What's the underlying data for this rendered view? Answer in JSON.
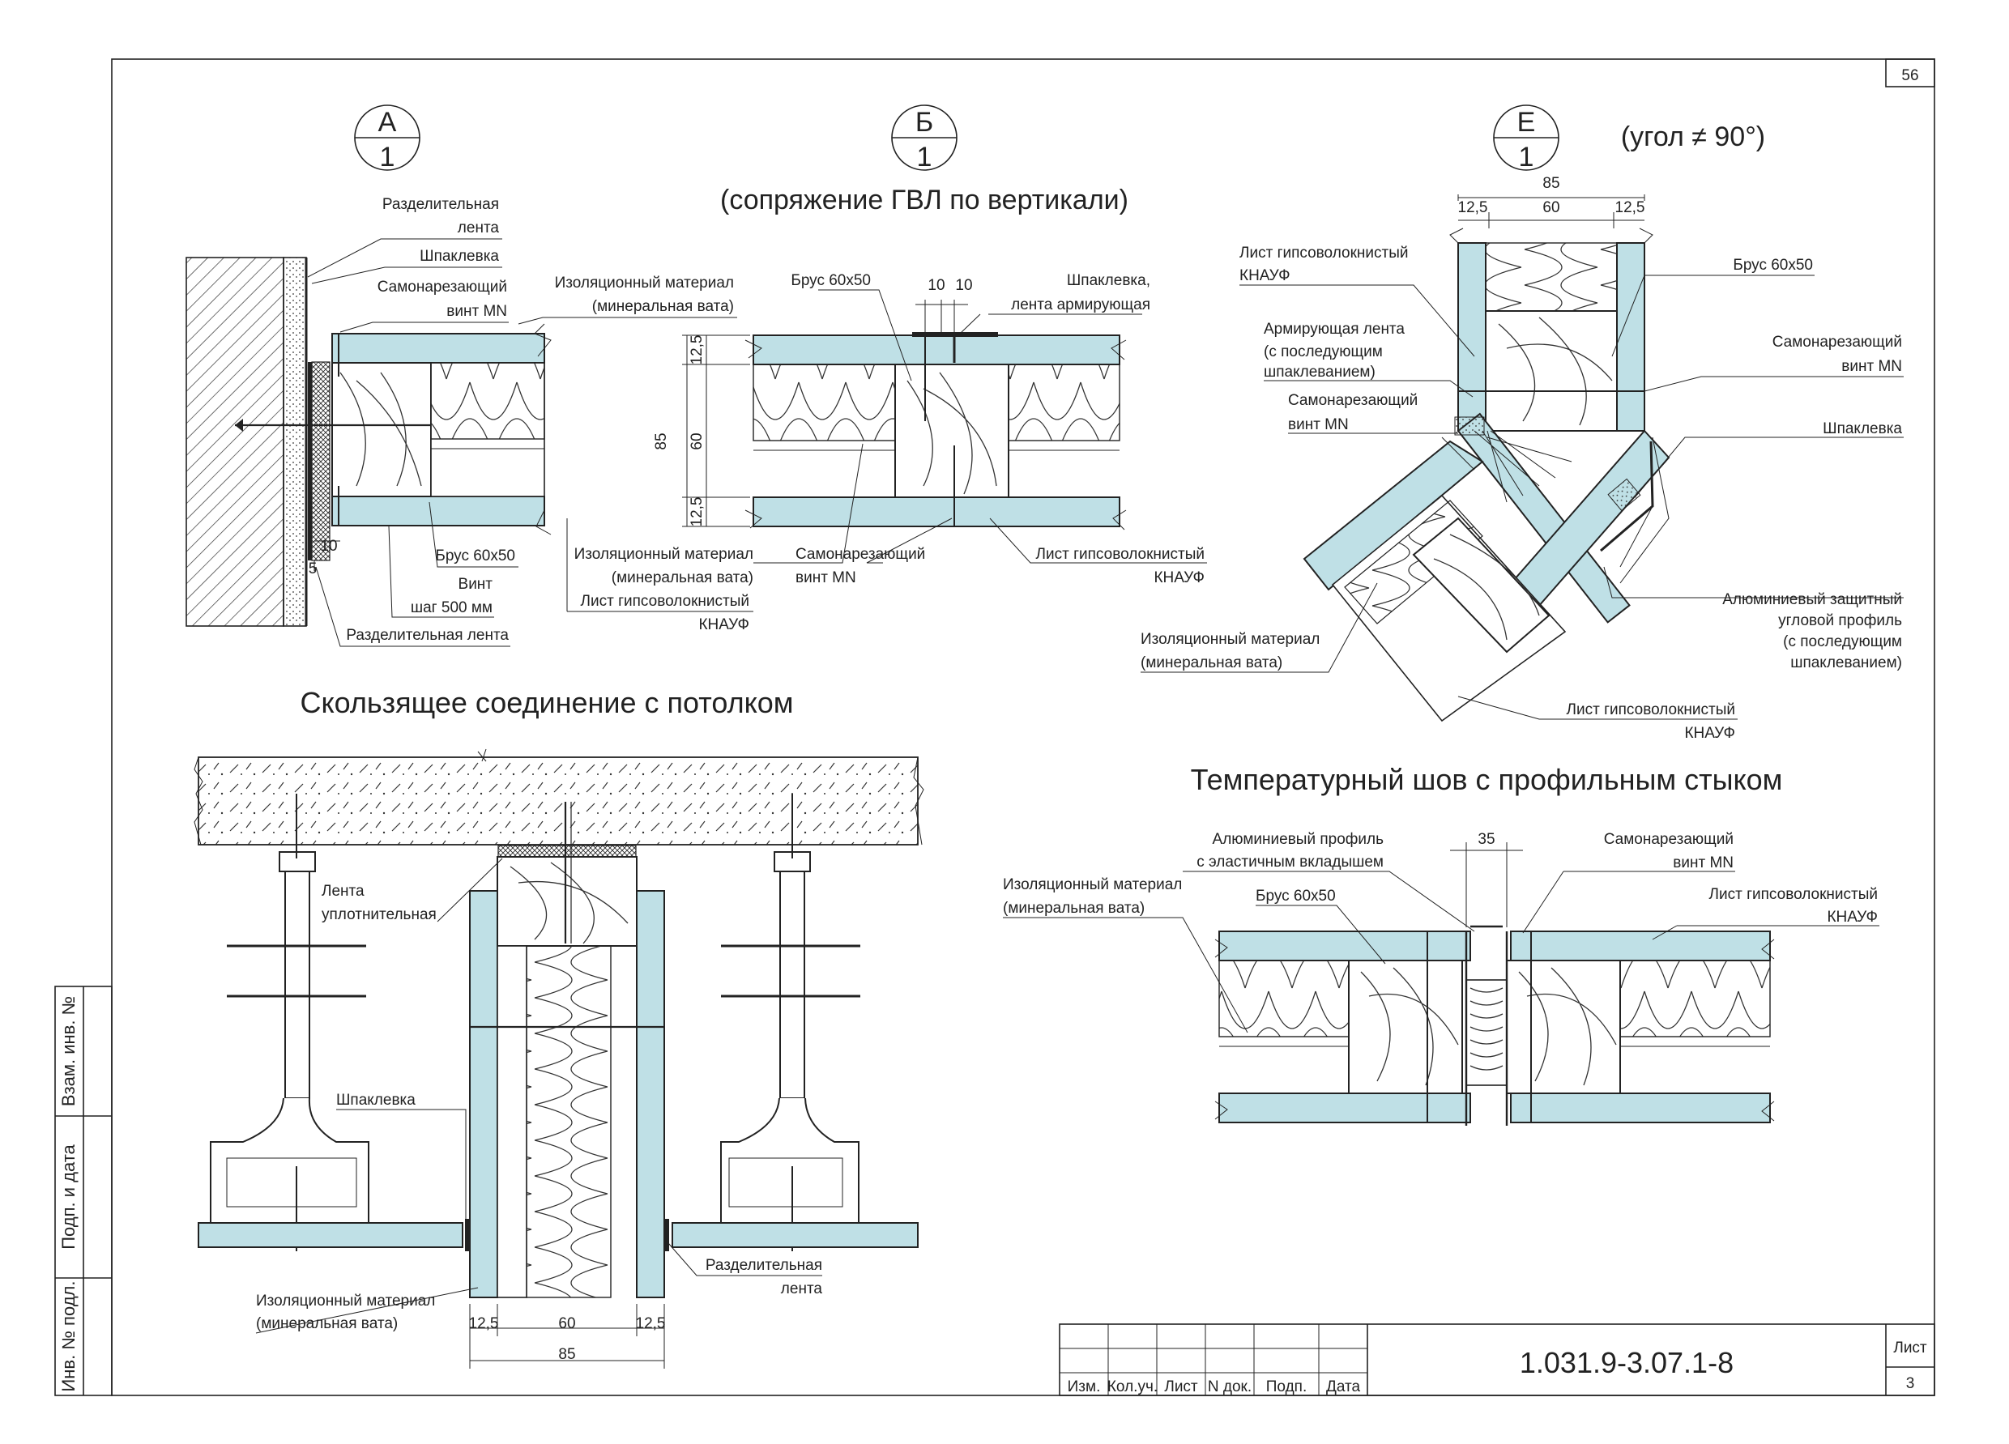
{
  "sheet_number_top": "56",
  "callouts": {
    "a": {
      "letter": "А",
      "num": "1"
    },
    "b": {
      "letter": "Б",
      "num": "1"
    },
    "e": {
      "letter": "Е",
      "num": "1"
    }
  },
  "titles": {
    "b_sub": "(сопряжение ГВЛ по вертикали)",
    "e_sub": "(угол ≠ 90°)",
    "ceiling": "Скользящее соединение с потолком",
    "temp": "Температурный шов с профильным стыком"
  },
  "detail_a": {
    "l1a": "Разделительная",
    "l1b": "лента",
    "l2": "Шпаклевка",
    "l3a": "Самонарезающий",
    "l3b": "винт MN",
    "l4a": "Изоляционный материал",
    "l4b": "(минеральная вата)",
    "l5": "Брус 60х50",
    "l6a": "Винт",
    "l6b": "шаг 500 мм",
    "l7": "Разделительная лента",
    "d10": "10",
    "d5": "5"
  },
  "detail_b": {
    "l1": "Брус 60х50",
    "l2a": "Шпаклевка,",
    "l2b": "лента армирующая",
    "l3a": "Изоляционный материал",
    "l3b": "(минеральная вата)",
    "l4a": "Самонарезающий",
    "l4b": "винт MN",
    "l5a": "Лист гипсоволокнистый",
    "l5b": "КНАУФ",
    "l6a": "Лист гипсоволокнистый",
    "l6b": "КНАУФ",
    "d10a": "10",
    "d10b": "10",
    "d85": "85",
    "d60": "60",
    "d125a": "12,5",
    "d125b": "12,5"
  },
  "detail_e": {
    "d85": "85",
    "d125a": "12,5",
    "d60": "60",
    "d125b": "12,5",
    "l1a": "Лист гипсоволокнистый",
    "l1b": "КНАУФ",
    "l2": "Брус 60х50",
    "l3a": "Армирующая лента",
    "l3b": "(с последующим",
    "l3c": "шпаклеванием)",
    "l4a": "Самонарезающий",
    "l4b": "винт MN",
    "l5a": "Самонарезающий",
    "l5b": "винт MN",
    "l6": "Шпаклевка",
    "l7a": "Алюминиевый защитный",
    "l7b": "угловой профиль",
    "l7c": "(с последующим",
    "l7d": "шпаклеванием)",
    "l8a": "Изоляционный материал",
    "l8b": "(минеральная вата)",
    "l9a": "Лист гипсоволокнистый",
    "l9b": "КНАУФ"
  },
  "detail_ceiling": {
    "l1a": "Лента",
    "l1b": "уплотнительная",
    "l2": "Шпаклевка",
    "l3a": "Изоляционный материал",
    "l3b": "(минеральная вата)",
    "l4a": "Разделительная",
    "l4b": "лента",
    "d125a": "12,5",
    "d60": "60",
    "d125b": "12,5",
    "d85": "85"
  },
  "detail_temp": {
    "l1a": "Алюминиевый профиль",
    "l1b": "с эластичным вкладышем",
    "d35": "35",
    "l2a": "Самонарезающий",
    "l2b": "винт MN",
    "l3a": "Изоляционный материал",
    "l3b": "(минеральная вата)",
    "l4": "Брус 60х50",
    "l5a": "Лист гипсоволокнистый",
    "l5b": "КНАУФ"
  },
  "side_stamp": {
    "s1": "Взам. инв. №",
    "s2": "Подп. и дата",
    "s3": "Инв. № подл."
  },
  "title_block": {
    "code": "1.031.9-3.07.1-8",
    "sheet_label": "Лист",
    "sheet_num": "3",
    "cols": [
      "Изм.",
      "Кол.уч.",
      "Лист",
      "N док.",
      "Подп.",
      "Дата"
    ]
  }
}
